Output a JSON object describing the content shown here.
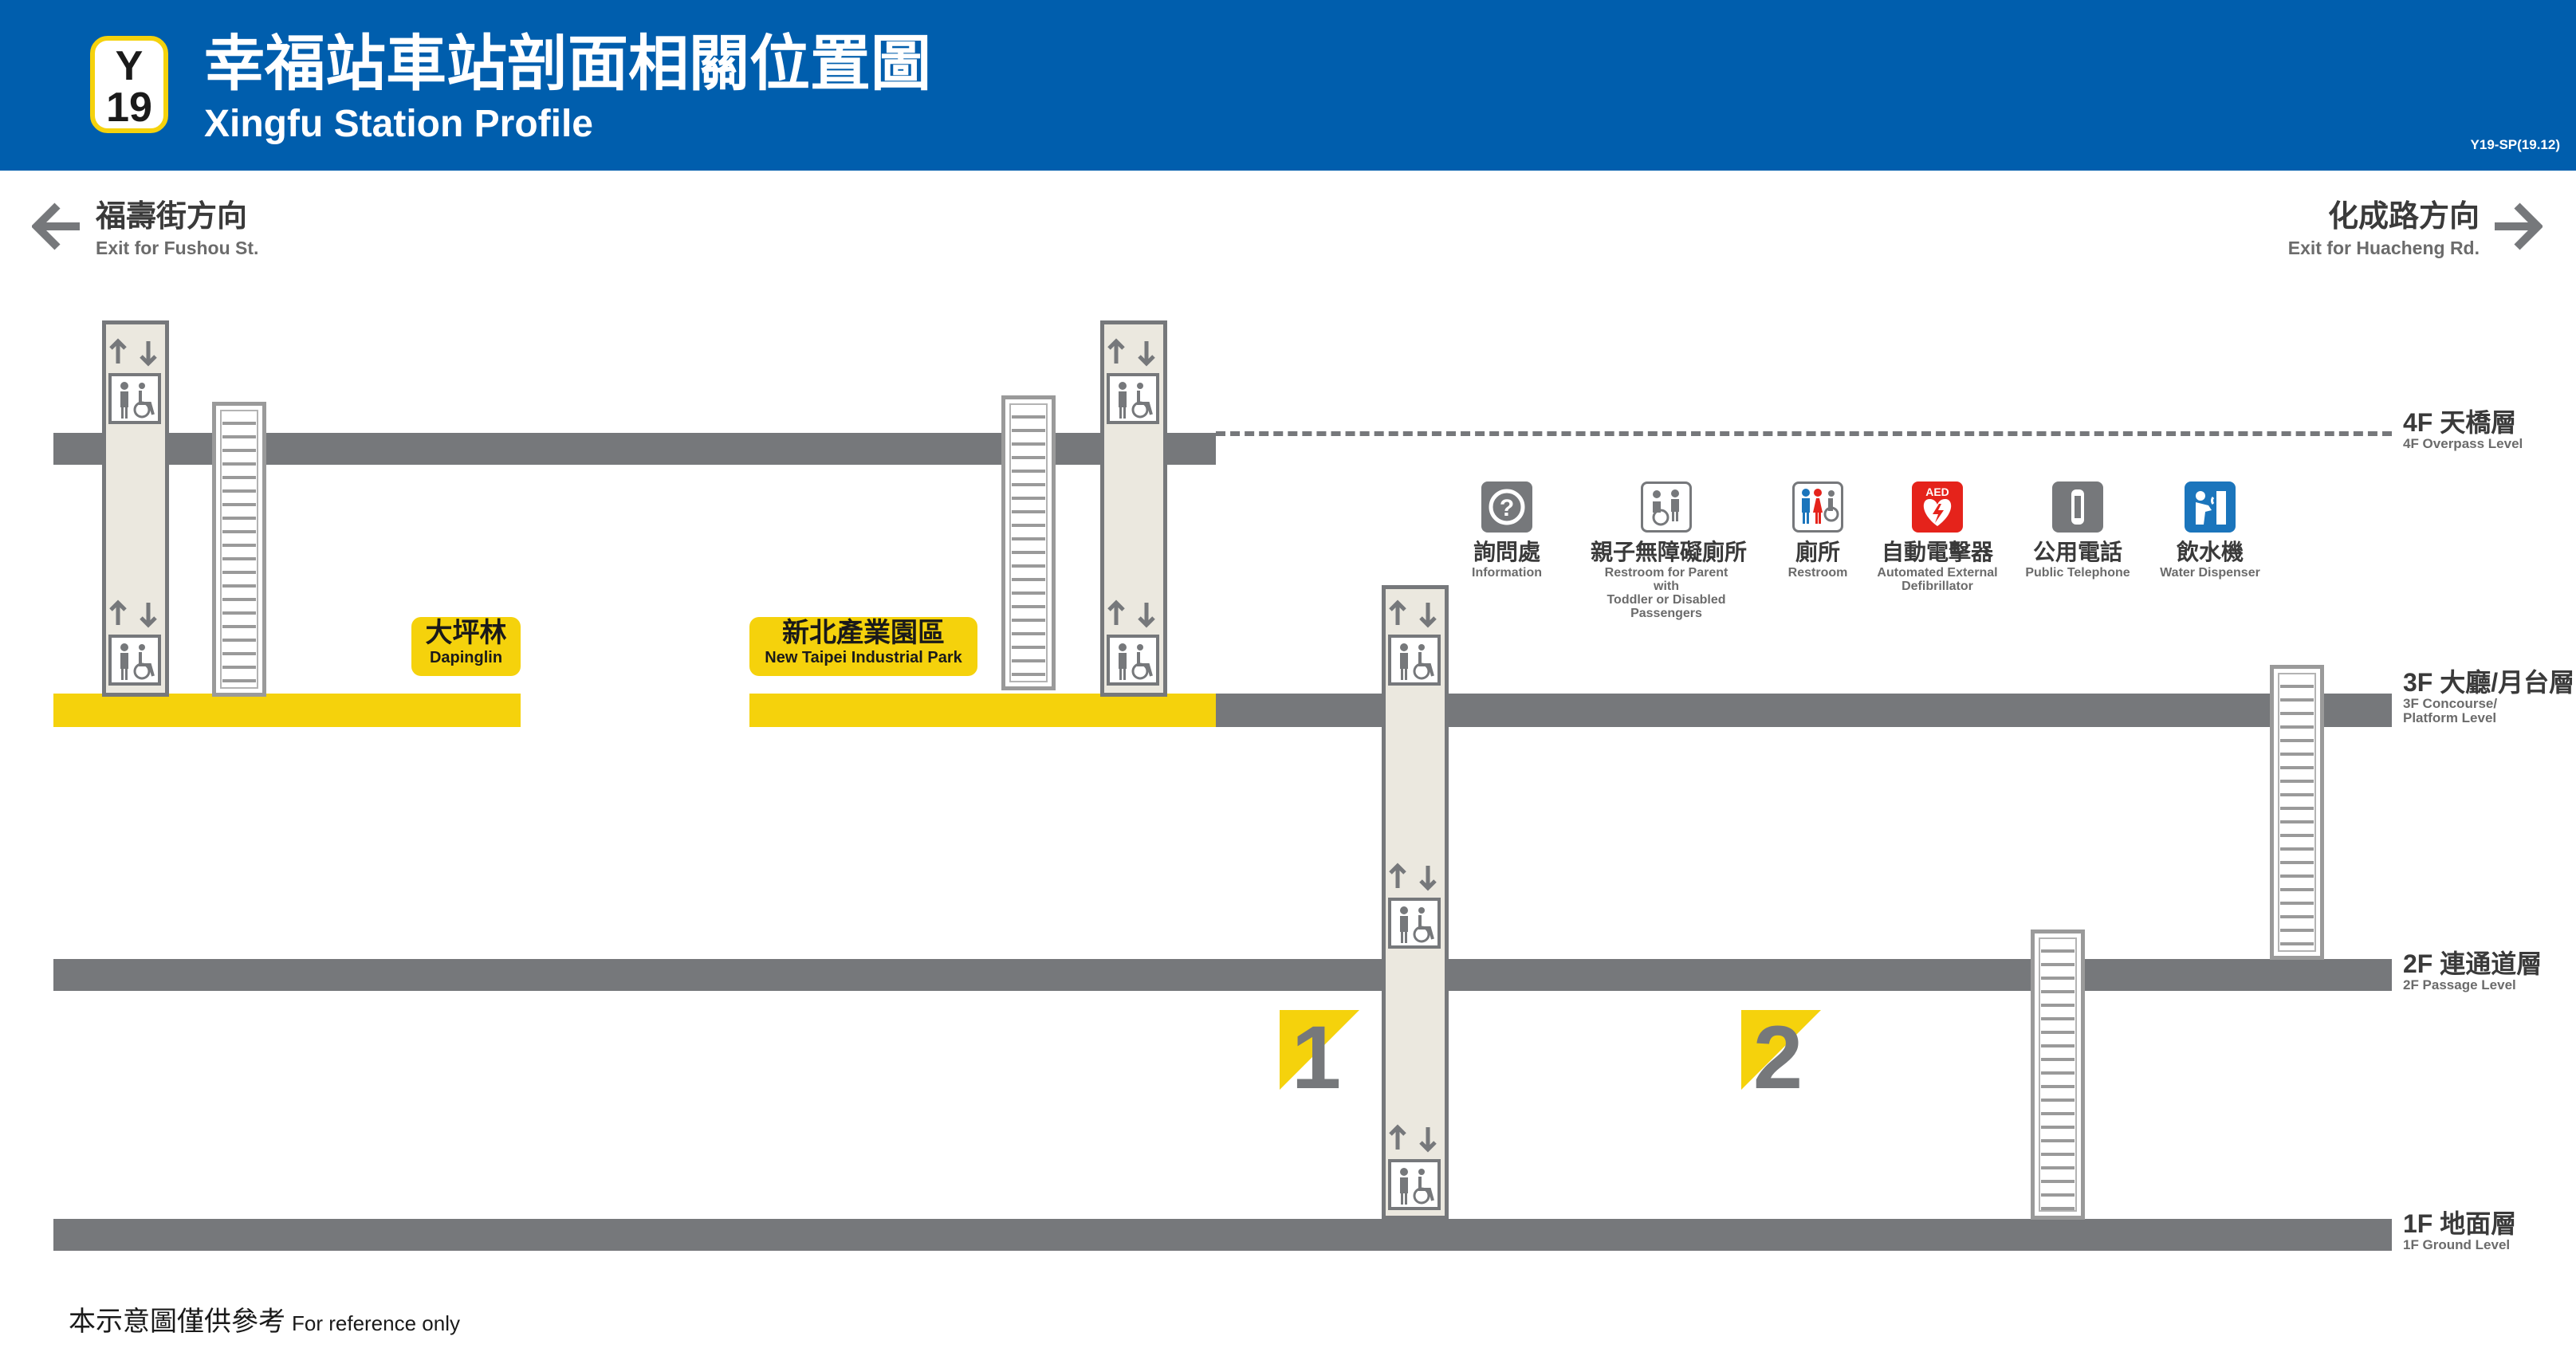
{
  "header": {
    "line_code": "Y",
    "station_number": "19",
    "title_zh": "幸福站車站剖面相關位置圖",
    "title_en": "Xingfu Station Profile",
    "doc_code": "Y19-SP(19.12)",
    "background_color": "#005ead",
    "badge_color": "#f5d20c"
  },
  "directions": {
    "left": {
      "zh": "福壽街方向",
      "en": "Exit for Fushou St.",
      "icon": "arrow-left-icon"
    },
    "right": {
      "zh": "化成路方向",
      "en": "Exit for Huacheng Rd.",
      "icon": "arrow-right-icon"
    }
  },
  "floors": [
    {
      "id": "4F",
      "zh": "4F 天橋層",
      "en": "4F Overpass Level"
    },
    {
      "id": "3F",
      "zh": "3F 大廳/月台層",
      "en": "3F Concourse/",
      "en2": "Platform Level"
    },
    {
      "id": "2F",
      "zh": "2F 連通道層",
      "en": "2F Passage Level"
    },
    {
      "id": "1F",
      "zh": "1F 地面層",
      "en": "1F Ground Level"
    }
  ],
  "stations": {
    "left": {
      "zh": "大坪林",
      "en": "Dapinglin"
    },
    "right": {
      "zh": "新北產業園區",
      "en": "New Taipei Industrial Park"
    }
  },
  "exits": [
    "1",
    "2"
  ],
  "facilities": [
    {
      "zh": "詢問處",
      "en": "Information",
      "en2": "",
      "icon": "information-icon",
      "color": "#76787b"
    },
    {
      "zh": "親子無障礙廁所",
      "en": "Restroom for Parent with",
      "en2": "Toddler or Disabled Passengers",
      "icon": "accessible-restroom-icon",
      "color": "#ffffff"
    },
    {
      "zh": "廁所",
      "en": "Restroom",
      "en2": "",
      "icon": "restroom-icon",
      "color": "#ffffff"
    },
    {
      "zh": "自動電擊器",
      "en": "Automated External",
      "en2": "Defibrillator",
      "icon": "aed-icon",
      "color": "#e5231b"
    },
    {
      "zh": "公用電話",
      "en": "Public Telephone",
      "en2": "",
      "icon": "telephone-icon",
      "color": "#76787b"
    },
    {
      "zh": "飲水機",
      "en": "Water Dispenser",
      "en2": "",
      "icon": "water-dispenser-icon",
      "color": "#1b75bc"
    }
  ],
  "aed_label": "AED",
  "footnote": {
    "zh": "本示意圖僅供參考",
    "en": "For reference only"
  },
  "colors": {
    "floor": "#76787b",
    "platform": "#f5d20c",
    "elevator_bg": "#ebe8df"
  }
}
